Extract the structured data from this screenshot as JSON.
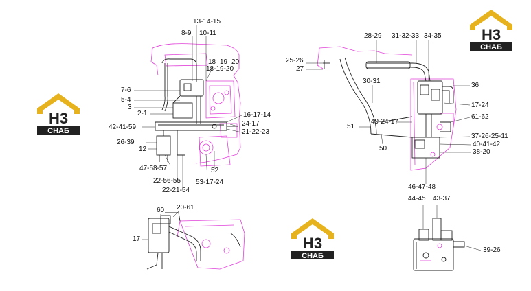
{
  "brand": {
    "logo_mark": "H3",
    "logo_text": "СНАБ",
    "colors": {
      "gold": "#e6b31e",
      "dark": "#222222",
      "white": "#ffffff"
    }
  },
  "colors": {
    "pink": "#e040d8",
    "line": "#222222",
    "label": "#111111"
  },
  "labels": {
    "l1": "13-14-15",
    "l2": "8-9",
    "l3": "10-11",
    "l4": "18",
    "l5": "19",
    "l6": "20",
    "l7": "18-19-20",
    "l8": "7-6",
    "l9": "5-4",
    "l10": "3",
    "l11": "2-1",
    "l12": "16-17-14",
    "l13": "42-41-59",
    "l14": "24-17",
    "l15": "21-22-23",
    "l16": "26-39",
    "l17": "12",
    "l18": "47-58-57",
    "l19": "52",
    "l20": "22-56-55",
    "l21": "53-17-24",
    "l22": "22-21-54",
    "l23": "28-29",
    "l24": "31-32-33",
    "l25": "34-35",
    "l26": "25-26",
    "l27": "27",
    "l28": "30-31",
    "l29": "36",
    "l30": "17-24",
    "l31": "51",
    "l32": "49-24-17",
    "l33": "61-62",
    "l34": "37-26-25-11",
    "l35": "50",
    "l36": "40-41-42",
    "l37": "38-20",
    "l38": "46-47-48",
    "l39": "44-45",
    "l40": "43-37",
    "l41": "39-26",
    "l42": "60",
    "l43": "20-61",
    "l44": "17"
  }
}
